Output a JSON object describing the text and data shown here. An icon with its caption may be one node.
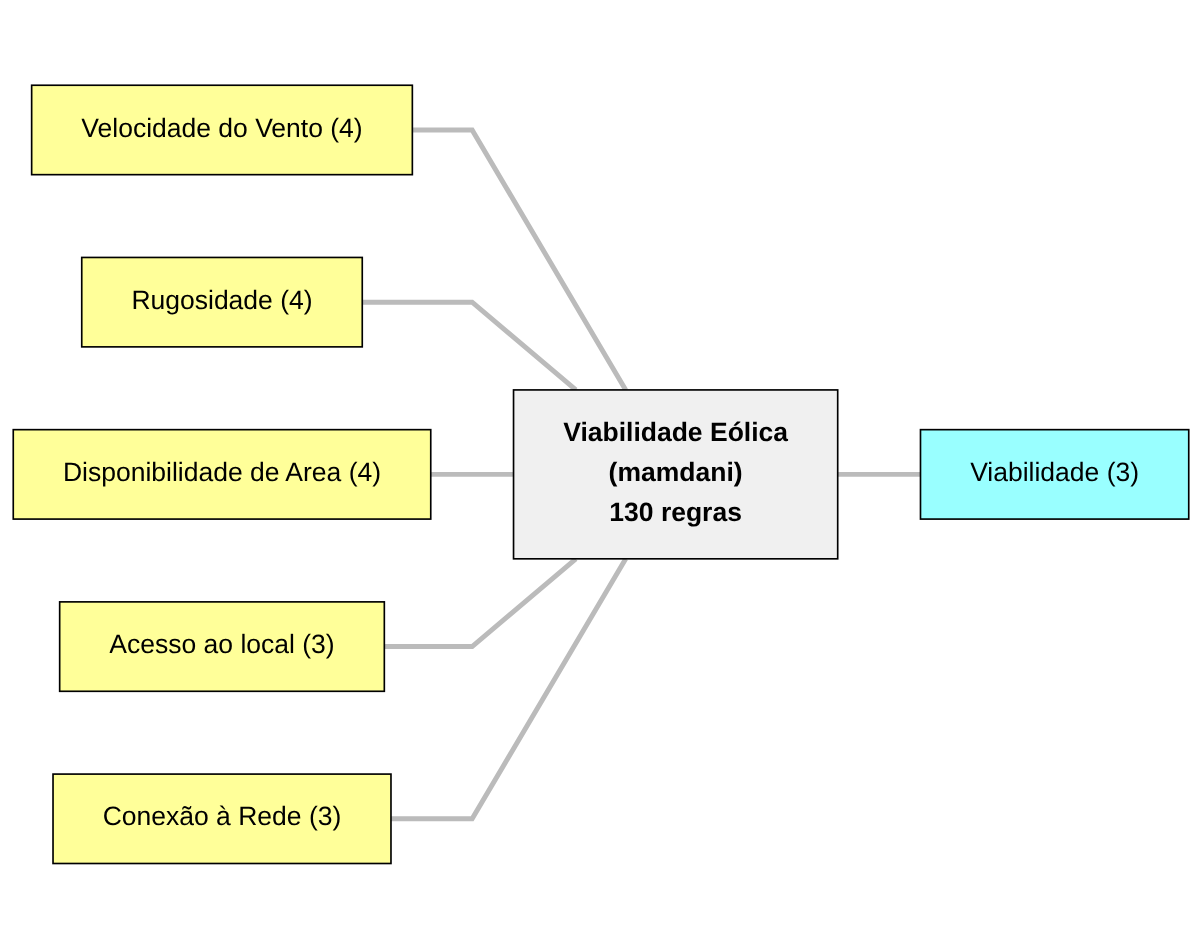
{
  "diagram": {
    "nodes": [
      {
        "text": [
          "Velocidade do Vento (4)"
        ]
      },
      {
        "text": [
          "Rugosidade (4)"
        ]
      },
      {
        "text": [
          "Disponibilidade de Area (4)"
        ]
      },
      {
        "text": [
          "Acesso ao local (3)"
        ]
      },
      {
        "text": [
          "Conexão à Rede (3)"
        ]
      },
      {
        "text": [
          "Viabilidade Eólica",
          "(mamdani)",
          "130 regras"
        ]
      },
      {
        "text": [
          "Viabilidade (3)"
        ]
      }
    ],
    "edges": [
      {
        "from": 0,
        "to": 5,
        "arrow": "none"
      },
      {
        "from": 1,
        "to": 5,
        "arrow": "none"
      },
      {
        "from": 2,
        "to": 5,
        "arrow": "none"
      },
      {
        "from": 3,
        "to": 5,
        "arrow": "none"
      },
      {
        "from": 4,
        "to": 5,
        "arrow": "none"
      },
      {
        "from": 5,
        "to": 6,
        "arrow": "none"
      }
    ]
  }
}
